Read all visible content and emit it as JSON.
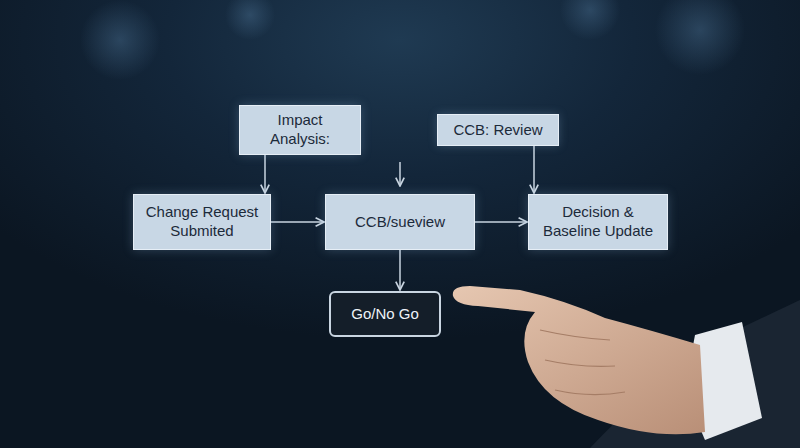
{
  "diagram": {
    "nodes": [
      {
        "text": [
          "Impact Analysis:"
        ]
      },
      {
        "text": [
          "CCB: Review"
        ]
      },
      {
        "text": [
          "Change Request Submited"
        ]
      },
      {
        "text": [
          "CCB/sueview"
        ]
      },
      {
        "text": [
          "Decision & Baseline Update"
        ]
      },
      {
        "text": [
          "Go/No Go"
        ]
      }
    ],
    "edges": [
      {
        "from": 0,
        "to": 2,
        "arrow": "to"
      },
      {
        "from": 1,
        "to": 4,
        "arrow": "to"
      },
      {
        "from": 2,
        "to": 3,
        "arrow": "to"
      },
      {
        "from": 3,
        "to": 4,
        "arrow": "to"
      },
      {
        "from": 3,
        "to": 5,
        "arrow": "to"
      }
    ]
  }
}
